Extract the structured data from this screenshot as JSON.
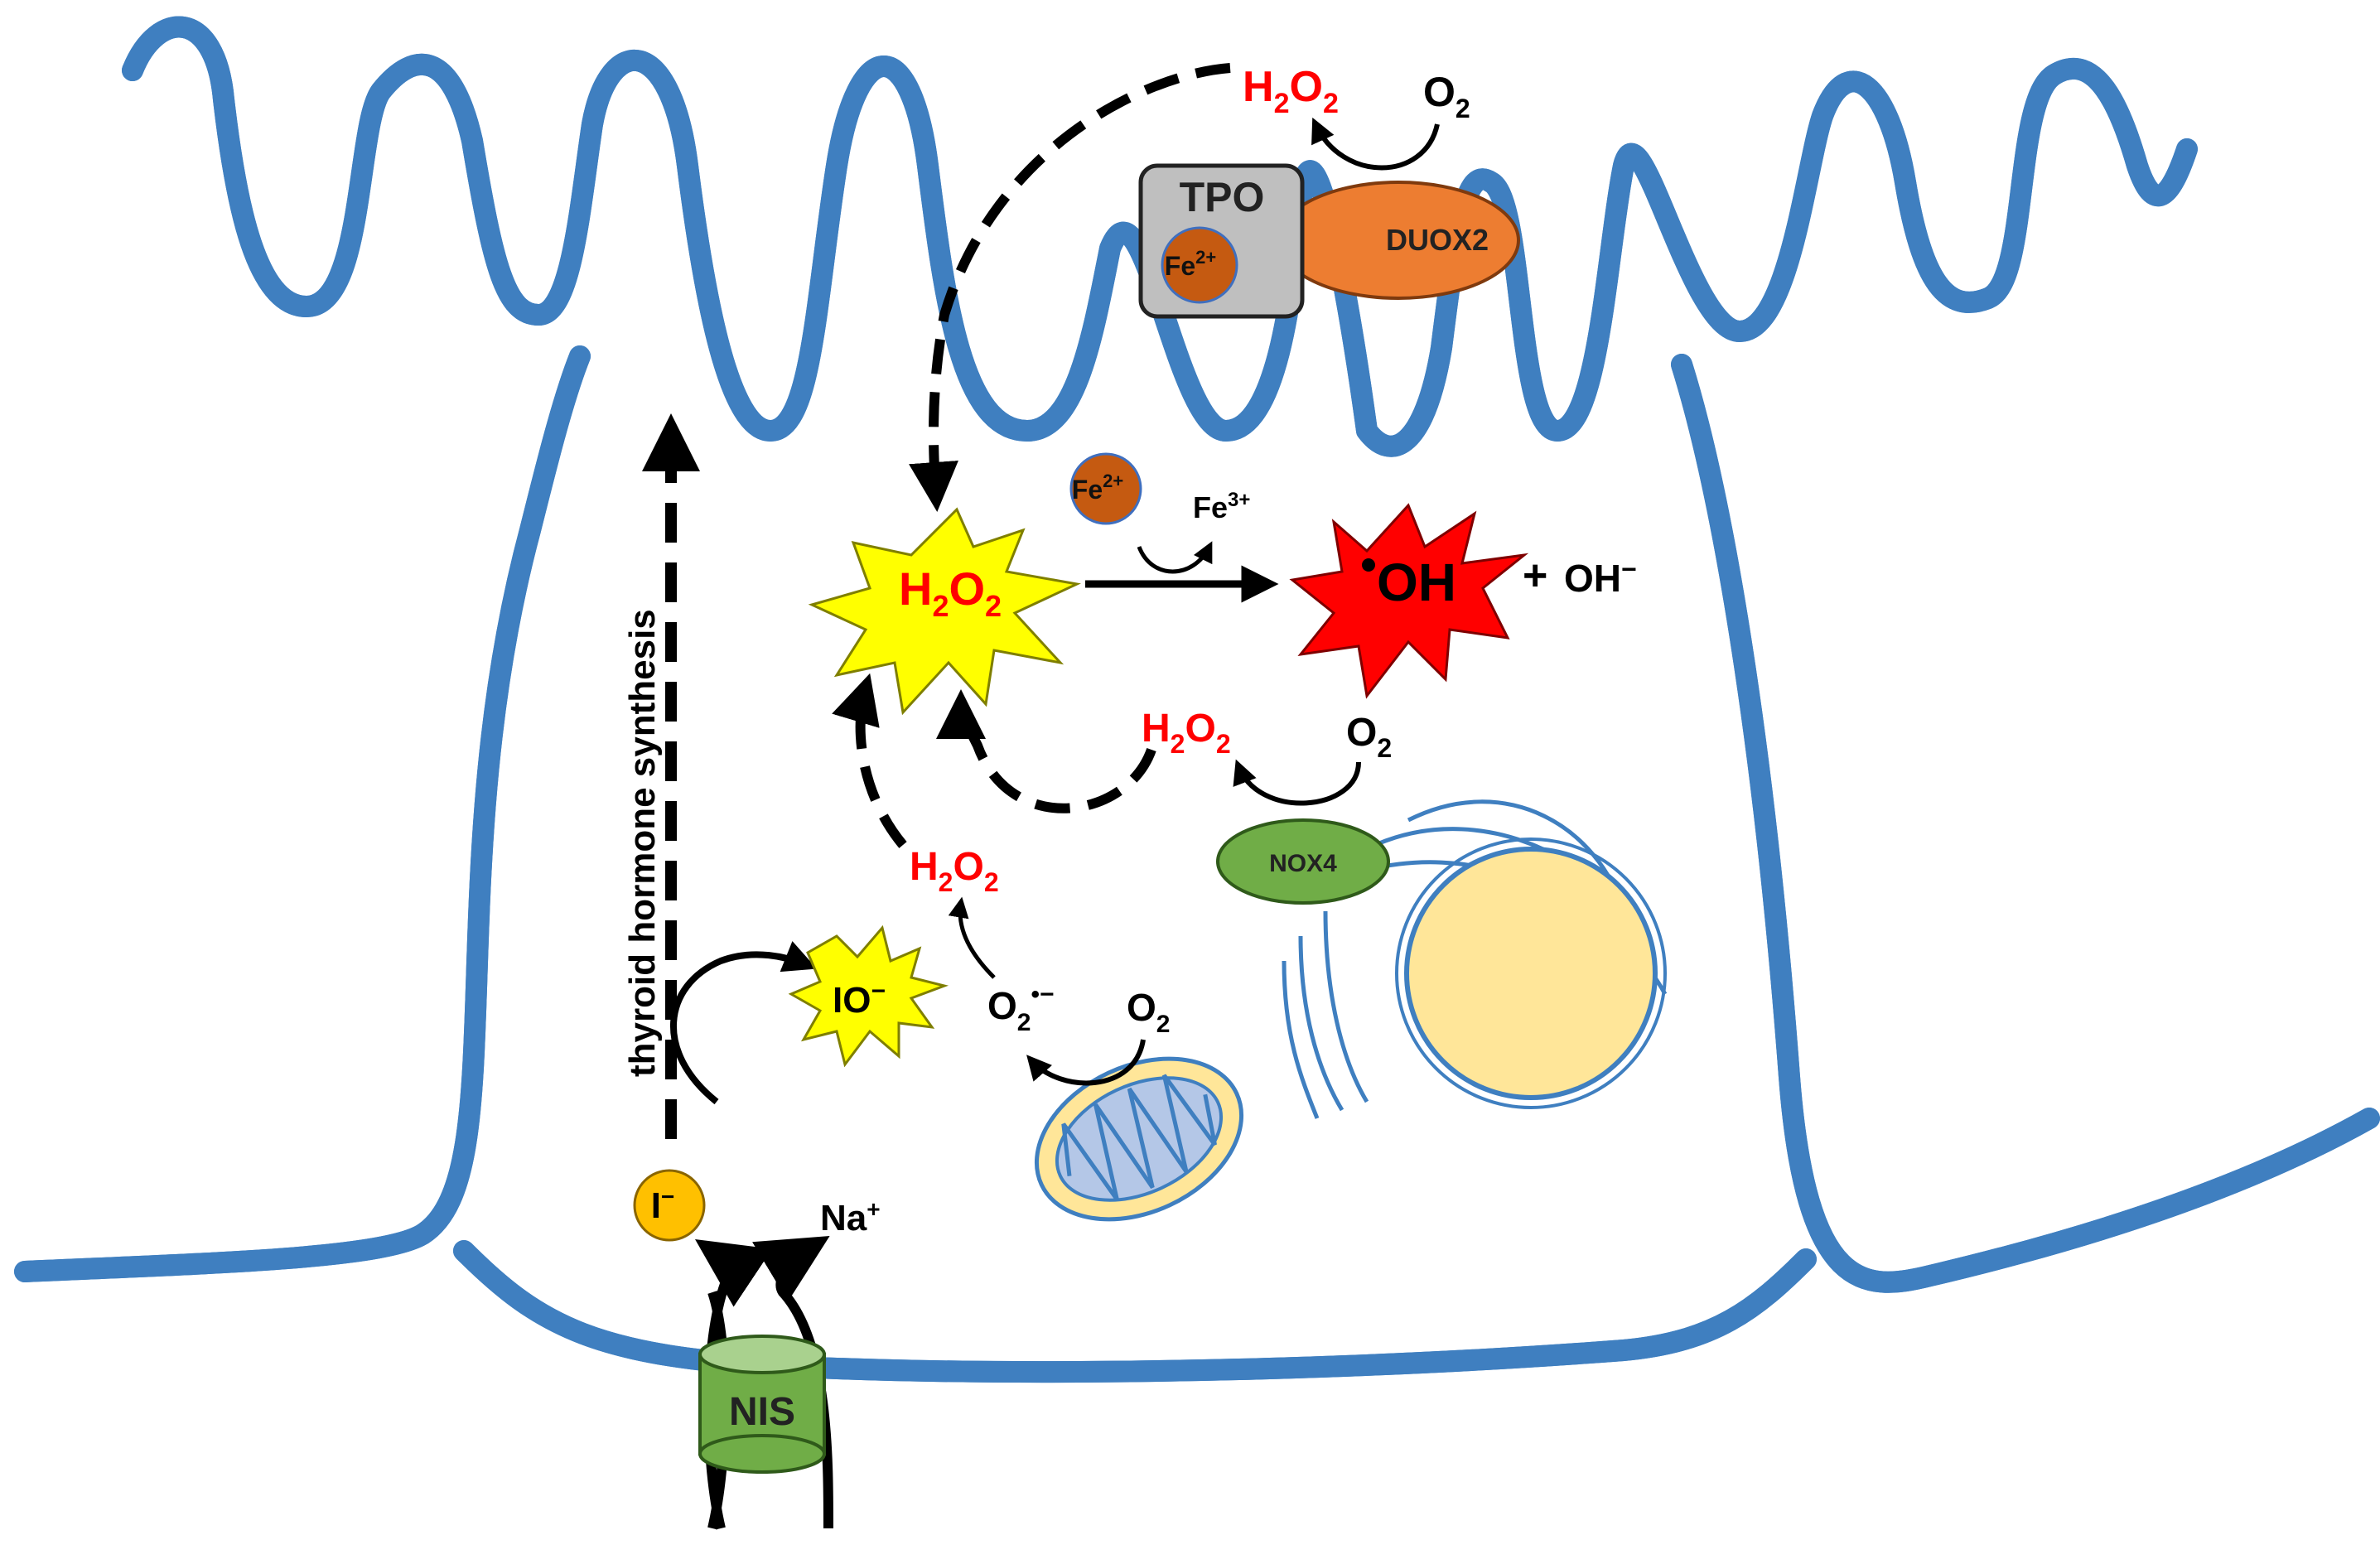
{
  "labels": {
    "tpo": "TPO",
    "duox2": "DUOX2",
    "fe2_tpo": "Fe",
    "fe2_tpo_sup": "2+",
    "h2o2_top": "H",
    "o2_top": "O",
    "fe2_free": "Fe",
    "fe2_free_sup": "2+",
    "fe3": "Fe",
    "fe3_sup": "3+",
    "h2o2_center": "H",
    "oh_radical": "OH",
    "plus": "+",
    "oh_minus": "OH",
    "oh_minus_sup": "−",
    "h2o2_nox": "H",
    "o2_nox": "O",
    "nox4": "NOX4",
    "h2o2_mito": "H",
    "superoxide": "O",
    "o2_mito": "O",
    "io_minus": "IO",
    "io_minus_sup": "−",
    "thyroid_hormone_synthesis": "thyroid hormone synthesis",
    "iodide": "I",
    "iodide_sup": "−",
    "sodium": "Na",
    "sodium_sup": "+",
    "nis": "NIS"
  },
  "colors": {
    "membrane": "#3f7fc0",
    "h2o2_text": "#ff0000",
    "starburst_yellow": "#ffff00",
    "starburst_red": "#ff0000",
    "fe_orange": "#c55a11",
    "duox2_orange": "#ed7d31",
    "tpo_gray": "#bfbfbf",
    "nox4_green": "#70ad47",
    "nis_green": "#70ad47",
    "iodide_gold": "#ffc000",
    "nucleus_yellow": "#ffe699",
    "mito_inner_blue": "#b4c7e7"
  }
}
